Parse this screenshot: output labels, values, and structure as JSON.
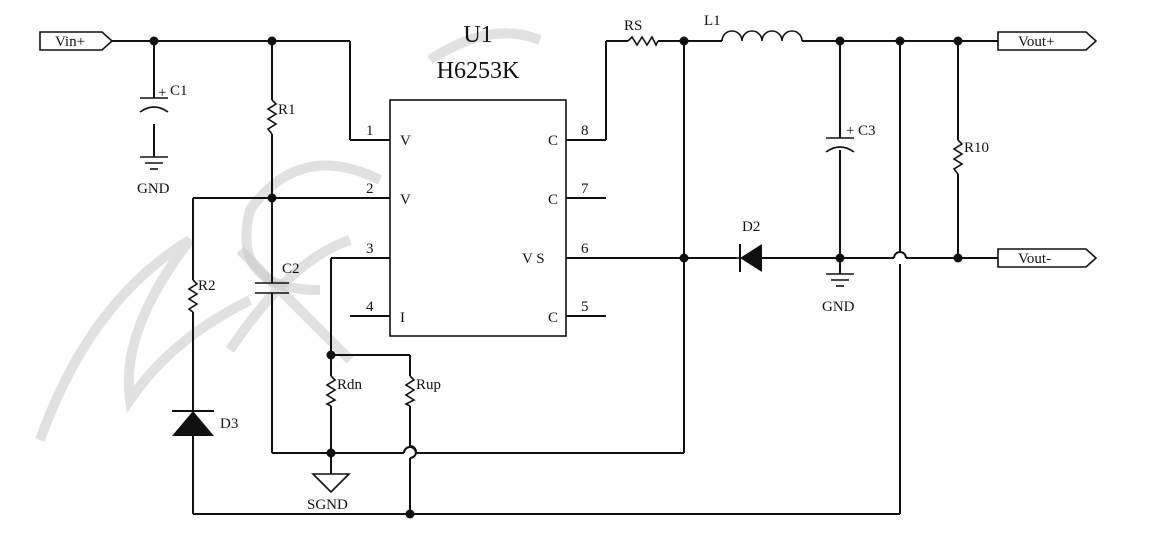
{
  "chip": {
    "ref": "U1",
    "part": "H6253K"
  },
  "ports": {
    "vin_plus": "Vin+",
    "vout_plus": "Vout+",
    "vout_minus": "Vout-"
  },
  "pins": [
    "1",
    "2",
    "3",
    "4",
    "5",
    "6",
    "7",
    "8"
  ],
  "pin_names": {
    "p1": "V",
    "p2": "V",
    "p3": "",
    "p4": "I",
    "p5": "C",
    "p6": "V S",
    "p7": "C",
    "p8": "C"
  },
  "components": {
    "c1": "C1",
    "c2": "C2",
    "c3": "C3",
    "r1": "R1",
    "r2": "R2",
    "r10": "R10",
    "rs": "RS",
    "rdn": "Rdn",
    "rup": "Rup",
    "l1": "L1",
    "d2": "D2",
    "d3": "D3"
  },
  "plus_sign": "+",
  "grounds": {
    "gnd1": "GND",
    "gnd2": "GND",
    "sgnd": "SGND"
  },
  "colors": {
    "wire": "#111111",
    "watermark": "#c8c8c8",
    "background": "#ffffff"
  }
}
